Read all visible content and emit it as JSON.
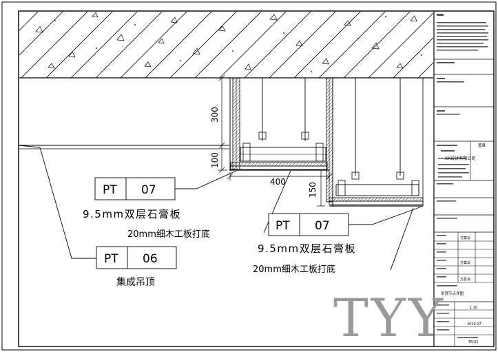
{
  "callouts": [
    {
      "code": "PT",
      "number": "07",
      "line1": "9.5mm双层石膏板",
      "line2": "20mm细木工板打底"
    },
    {
      "code": "PT",
      "number": "07",
      "line1": "9.5mm双层石膏板",
      "line2": "20mm细木工板打底"
    },
    {
      "code": "PT",
      "number": "06",
      "line1": "集成吊顶"
    }
  ],
  "dimensions": {
    "height_upper": "300",
    "height_lower": "100",
    "width": "400",
    "step": "150"
  },
  "title_block": {
    "stamp_label": "盖章",
    "company_cn": "XX设计有限公司",
    "date": "2019.07",
    "scale": "1:10",
    "drawing_no": "TB-01",
    "drawing_title": "吊顶节点详图",
    "approver_marks": [
      "方案设",
      "方案设",
      "方案设"
    ]
  },
  "watermark": "TYY"
}
